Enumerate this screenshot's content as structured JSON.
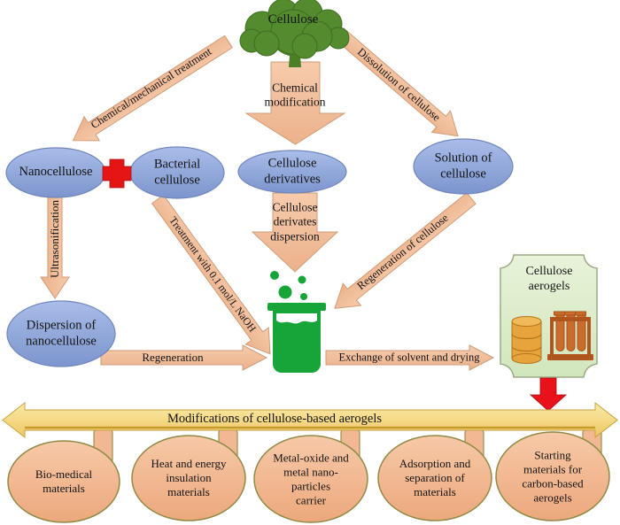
{
  "diagram": {
    "source_label": "Cellulose",
    "nodes": {
      "nanocellulose": "Nanocellulose",
      "bacterial_cellulose": "Bacterial\ncellulose",
      "cellulose_derivatives": "Cellulose\nderivatives",
      "solution_of_cellulose": "Solution of\ncellulose",
      "dispersion_of_nanocellulose": "Dispersion of\nnanocellulose",
      "cellulose_aerogels": "Cellulose\naerogels"
    },
    "arrows": {
      "chemical_mechanical_treatment": "Chemical/mechanical treatment",
      "chemical_modification": "Chemical\nmodification",
      "dissolution_of_cellulose": "Dissolution of cellulose",
      "ultrasonification": "Ultrasonification",
      "treatment_naoh": "Treatment with 0.1 mol/L NaOH",
      "cellulose_derivates_dispersion": "Cellulose\nderivates\ndispersion",
      "regeneration_of_cellulose": "Regeneration of cellulose",
      "regeneration": "Regeneration",
      "exchange_of_solvent": "Exchange of solvent and drying"
    },
    "banner": "Modifications of cellulose-based aerogels",
    "applications": [
      "Bio-medical\nmaterials",
      "Heat and energy\ninsulation\nmaterials",
      "Metal-oxide and\nmetal nano-\nparticles\ncarrier",
      "Adsorption and\nseparation of\nmaterials",
      "Starting\nmaterials for\ncarbon-based\naerogels"
    ],
    "colors": {
      "node_fill": "#8da8dc",
      "arrow_fill": "#f2bd9c",
      "banner_fill": "#f7dc84",
      "application_fill": "#f0b28f",
      "aerogel_box_fill": "#dcedca",
      "beaker_green": "#17a439",
      "tree_green": "#548b2e",
      "accent_red": "#e9121a"
    }
  }
}
